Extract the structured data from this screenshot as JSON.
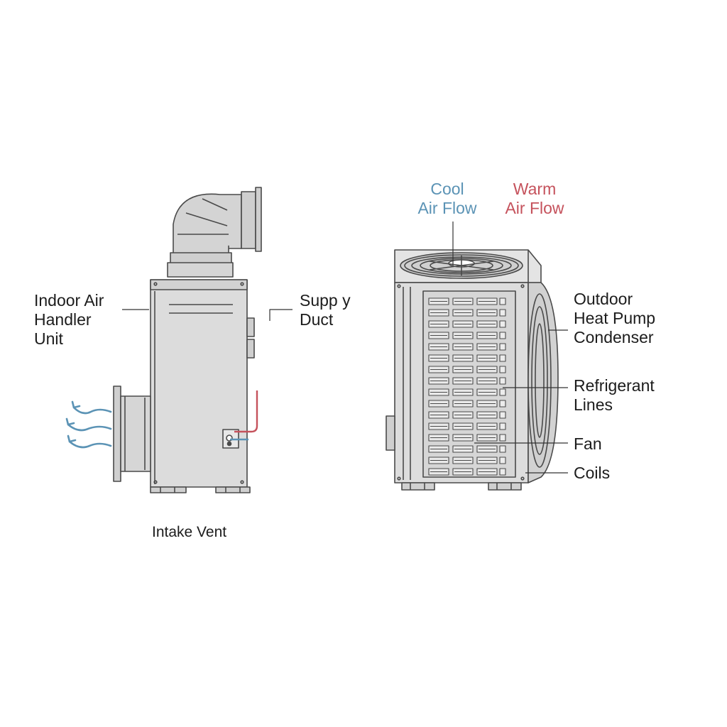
{
  "labels": {
    "indoor_unit": [
      "Indoor Air",
      "Handler",
      "Unit"
    ],
    "supply_duct": [
      "Supp y",
      "Duct"
    ],
    "intake_vent": "Intake Vent",
    "cool_air": [
      "Cool",
      "Air Flow"
    ],
    "warm_air": [
      "Warm",
      "Air Flow"
    ],
    "outdoor_unit": [
      "Outdoor",
      "Heat Pump",
      "Condenser"
    ],
    "refrigerant_lines": [
      "Refrigerant",
      "Lines"
    ],
    "fan": "Fan",
    "coils": "Coils"
  },
  "colors": {
    "cool": "#5b93b5",
    "warm": "#c5525c",
    "metal_fill": "#d9d9d9",
    "metal_dark": "#cfcfcf",
    "stroke": "#4a4a4a",
    "text": "#1c1c1c"
  }
}
